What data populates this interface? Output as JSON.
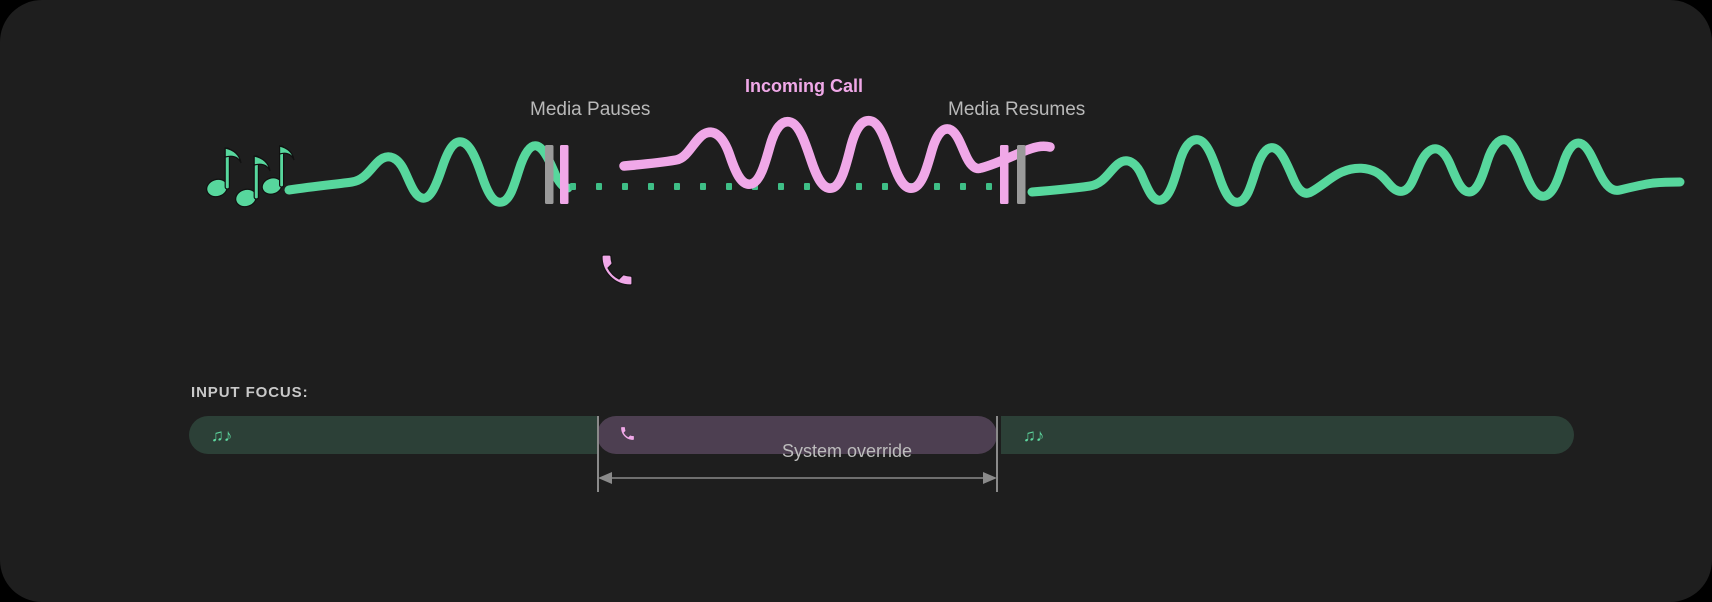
{
  "diagram": {
    "title_hidden": "",
    "background_color": "#1e1e1e",
    "accent_media": "#57d79d",
    "accent_call": "#f0a8e8",
    "timeline": {
      "labels": {
        "media_pauses": "Media Pauses",
        "incoming_call": "Incoming Call",
        "media_resumes": "Media Resumes"
      },
      "icons": {
        "music": "music-notes-icon",
        "phone": "phone-handset-icon"
      },
      "segments": [
        {
          "name": "media-playing-before",
          "state": "playing",
          "color": "#57d79d"
        },
        {
          "name": "call-active",
          "state": "interrupt",
          "color": "#f0a8e8"
        },
        {
          "name": "media-playing-after",
          "state": "playing",
          "color": "#57d79d"
        }
      ],
      "markers": [
        {
          "name": "pause-marker",
          "bars": [
            "#9a9a9a",
            "#f0a8e8"
          ]
        },
        {
          "name": "resume-marker",
          "bars": [
            "#f0a8e8",
            "#9a9a9a"
          ]
        }
      ],
      "paused_track": {
        "name": "paused-media-dotted-line",
        "style": "dotted",
        "color": "#3fbf87"
      }
    },
    "focus": {
      "title": "INPUT FOCUS:",
      "bars": [
        {
          "name": "focus-bar-media-1",
          "owner": "media",
          "glyph": "♫♪",
          "color": "#2c4037"
        },
        {
          "name": "focus-bar-call",
          "owner": "call",
          "glyph": "✆",
          "color": "#4d3f51"
        },
        {
          "name": "focus-bar-media-2",
          "owner": "media",
          "glyph": "♫♪",
          "color": "#2c4037"
        }
      ],
      "override_label": "System override",
      "measure": {
        "name": "system-override-span",
        "arrow": "double-headed",
        "color": "#8a8a8a"
      }
    }
  }
}
